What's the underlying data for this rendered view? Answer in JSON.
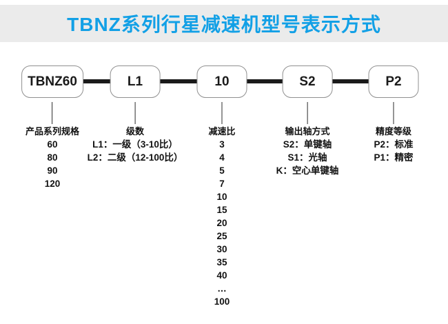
{
  "header": {
    "title": "TBNZ系列行星减速机型号表示方式"
  },
  "colors": {
    "accent_blue": "#12a0e6",
    "header_bg": "#ebebeb",
    "line_black": "#1a1a1a",
    "box_border_gray": "#8f8f8f"
  },
  "model_code_example": "TBNZ60-L1-10-S2-P2",
  "columns": [
    {
      "code": "TBNZ60",
      "heading": "产品系列规格",
      "items": [
        "60",
        "80",
        "90",
        "120"
      ]
    },
    {
      "code": "L1",
      "heading": "级数",
      "items": [
        "L1：一级（3-10比）",
        "L2：二级（12-100比）"
      ]
    },
    {
      "code": "10",
      "heading": "减速比",
      "items": [
        "3",
        "4",
        "5",
        "7",
        "10",
        "15",
        "20",
        "25",
        "30",
        "35",
        "40",
        "…",
        "100"
      ]
    },
    {
      "code": "S2",
      "heading": "输出轴方式",
      "items": [
        "S2：单键轴",
        "S1：光轴",
        "K：空心单键轴"
      ]
    },
    {
      "code": "P2",
      "heading": "精度等级",
      "items": [
        "P2：标准",
        "P1：精密"
      ]
    }
  ]
}
